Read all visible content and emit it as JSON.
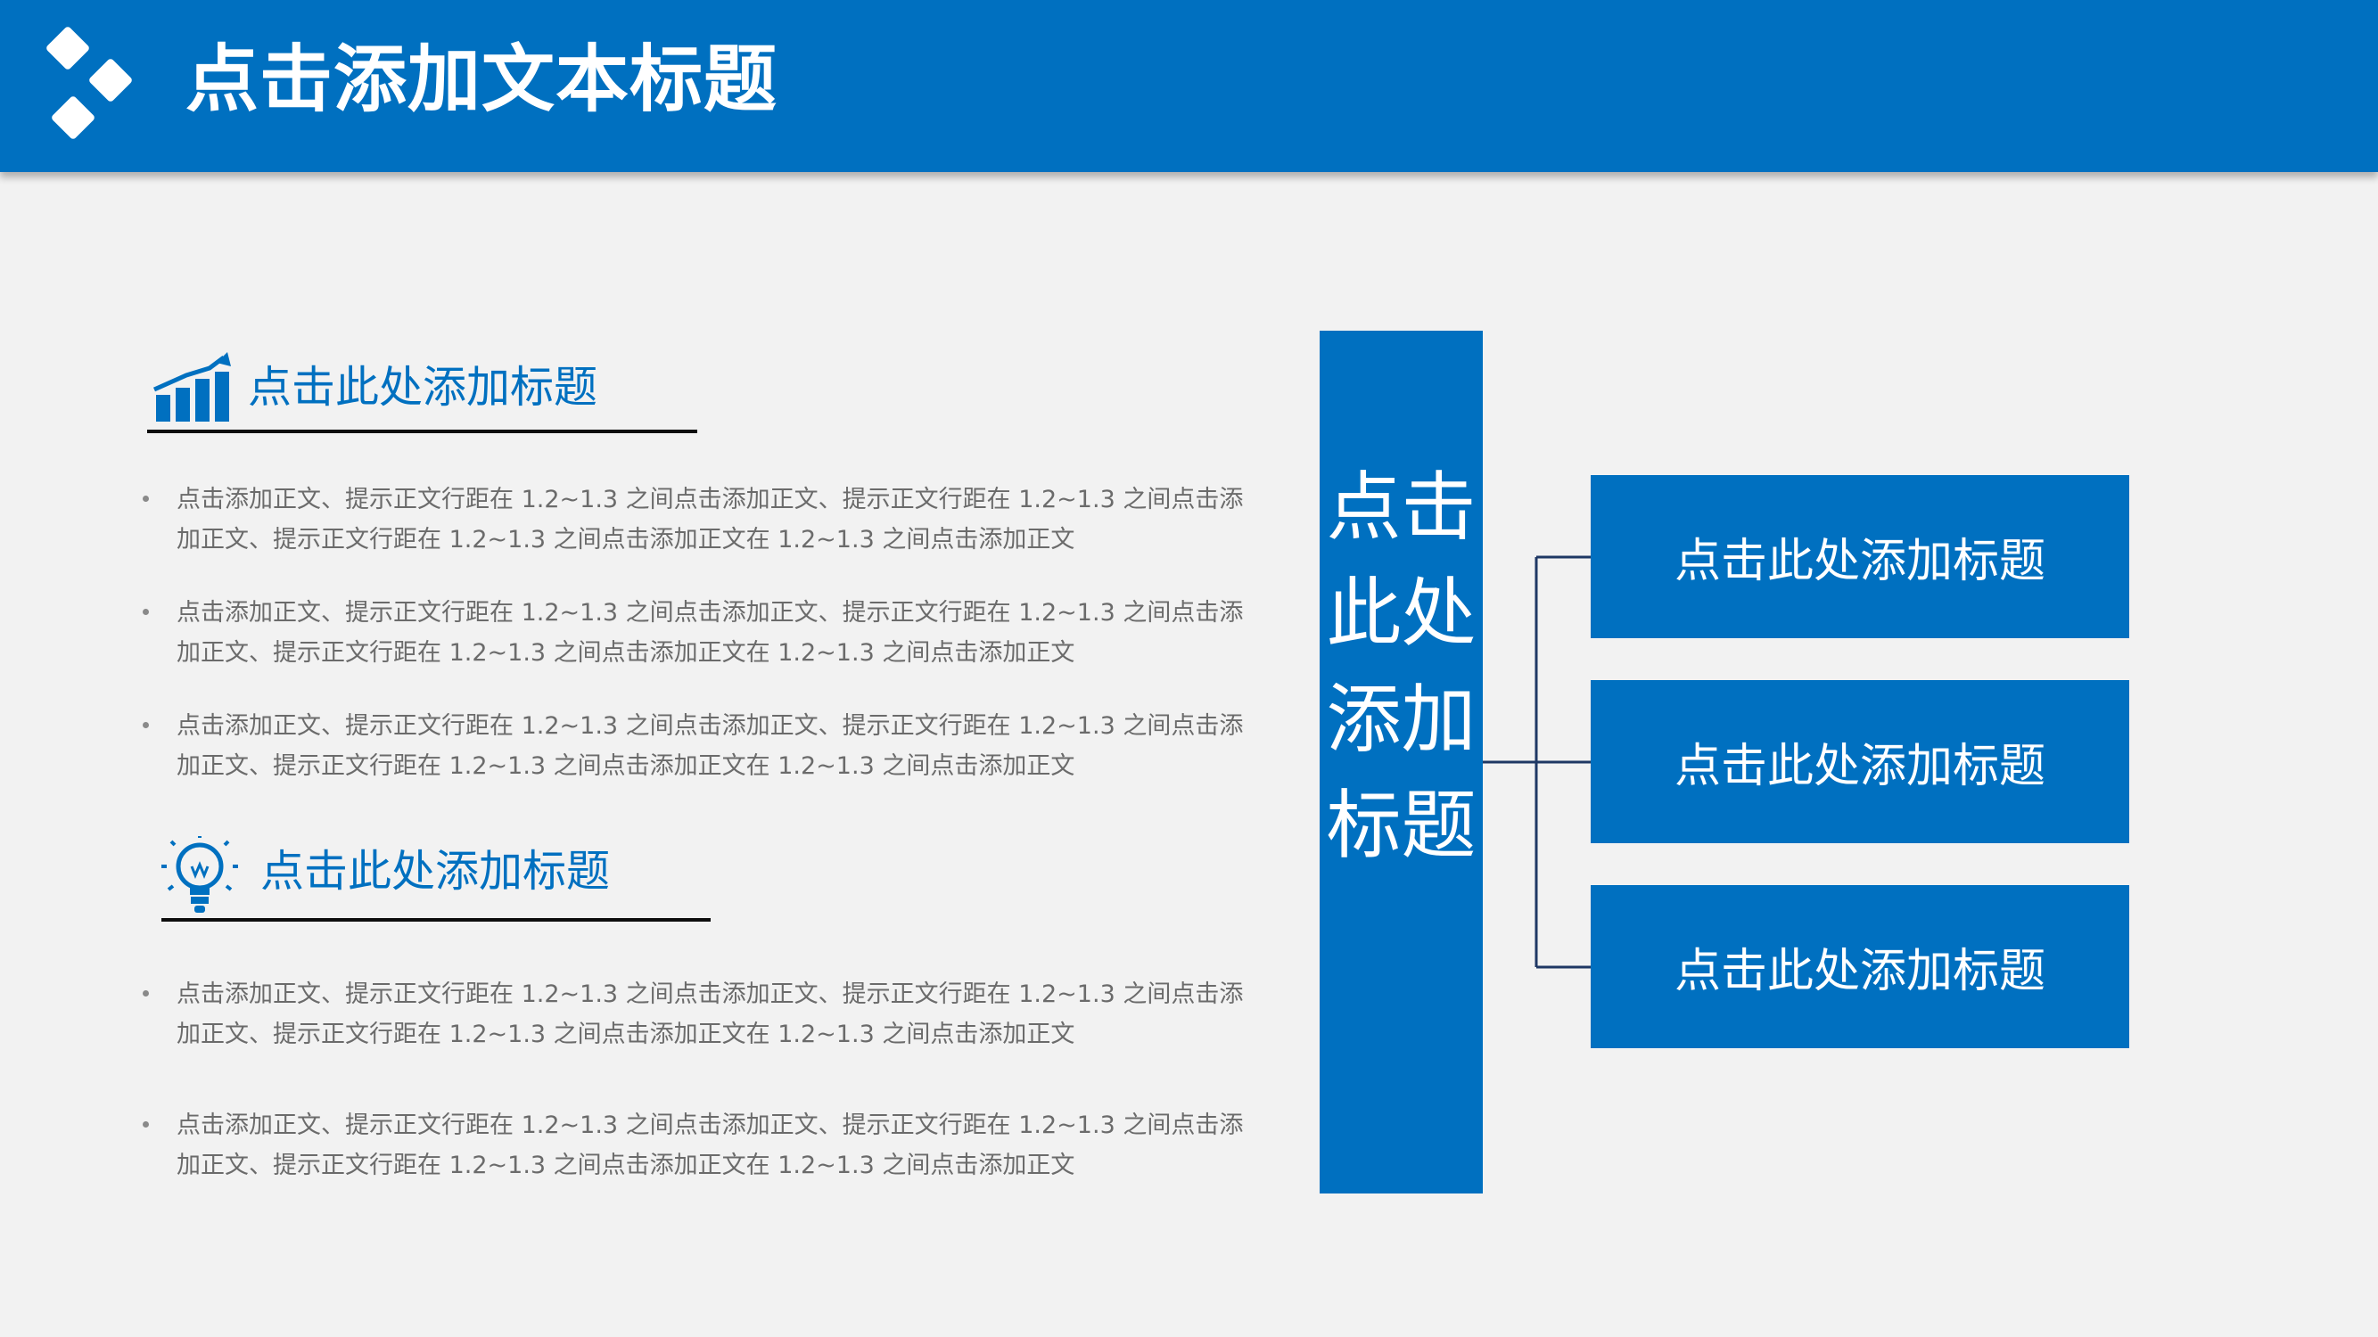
{
  "header": {
    "title": "点击添加文本标题",
    "logo_icon": "diamond-cluster-icon",
    "background_color": "#0070c0"
  },
  "sections": [
    {
      "heading": "点击此处添加标题",
      "icon": "bar-chart-growth-icon",
      "bullets": [
        "点击添加正文、提示正文行距在 1.2~1.3 之间点击添加正文、提示正文行距在 1.2~1.3 之间点击添加正文、提示正文行距在 1.2~1.3 之间点击添加正文在 1.2~1.3 之间点击添加正文",
        "点击添加正文、提示正文行距在 1.2~1.3 之间点击添加正文、提示正文行距在 1.2~1.3 之间点击添加正文、提示正文行距在 1.2~1.3 之间点击添加正文在 1.2~1.3 之间点击添加正文",
        "点击添加正文、提示正文行距在 1.2~1.3 之间点击添加正文、提示正文行距在 1.2~1.3 之间点击添加正文、提示正文行距在 1.2~1.3 之间点击添加正文在 1.2~1.3 之间点击添加正文"
      ]
    },
    {
      "heading": "点击此处添加标题",
      "icon": "lightbulb-icon",
      "bullets": [
        "点击添加正文、提示正文行距在 1.2~1.3 之间点击添加正文、提示正文行距在 1.2~1.3 之间点击添加正文、提示正文行距在 1.2~1.3 之间点击添加正文在 1.2~1.3 之间点击添加正文",
        "点击添加正文、提示正文行距在 1.2~1.3 之间点击添加正文、提示正文行距在 1.2~1.3 之间点击添加正文、提示正文行距在 1.2~1.3 之间点击添加正文在 1.2~1.3 之间点击添加正文"
      ]
    }
  ],
  "diagram": {
    "root_label": "点击此处添加标题",
    "branches": [
      "点击此处添加标题",
      "点击此处添加标题",
      "点击此处添加标题"
    ],
    "box_color": "#0070c0",
    "connector_color": "#1f3864"
  }
}
